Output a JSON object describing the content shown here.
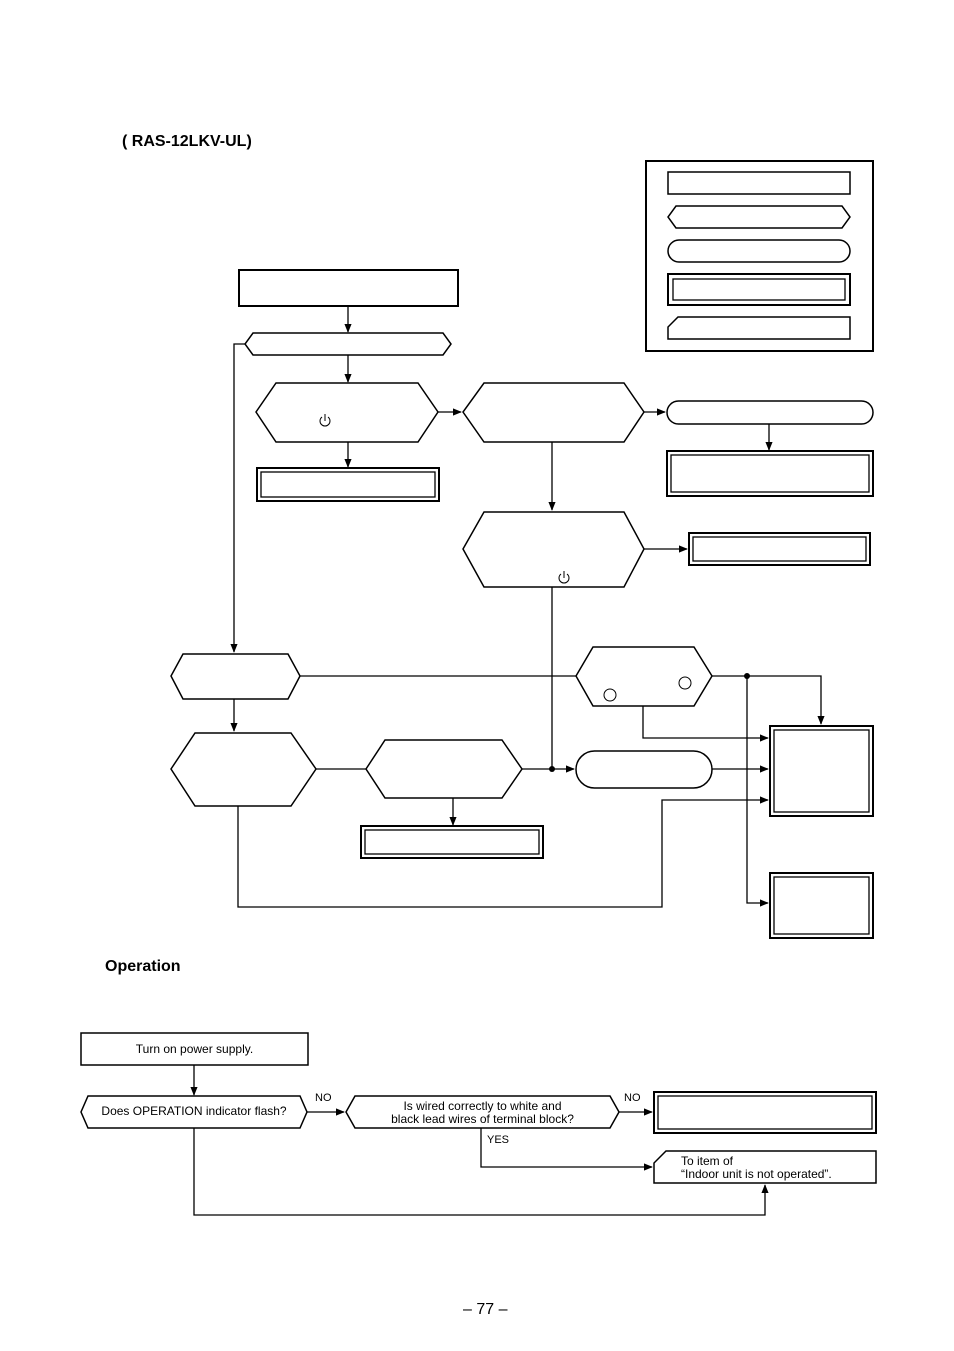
{
  "page": {
    "model_heading": "( RAS-12LKV-UL)",
    "section_heading": "Operation",
    "page_number": "– 77 –"
  },
  "operation_flow": {
    "start": "Turn on power supply.",
    "decision_1": "Does OPERATION indicator flash?",
    "decision_2_line1": "Is wired correctly to white and",
    "decision_2_line2": "black lead wires of terminal block?",
    "result_line1": "To item of",
    "result_line2": "“Indoor unit is not operated”.",
    "labels": {
      "no_1": "NO",
      "no_2": "NO",
      "yes_1": "YES"
    }
  },
  "icons": [
    "power-symbol-icon",
    "circle-icon"
  ]
}
